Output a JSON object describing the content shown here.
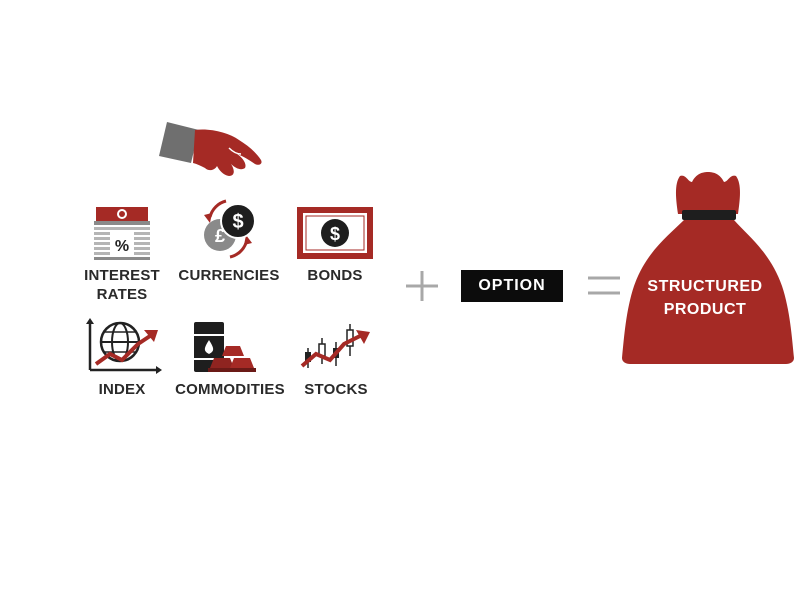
{
  "colors": {
    "accent": "#a52a25",
    "dark": "#222222",
    "gray": "#8a8a8a",
    "light_gray": "#b5b5b5"
  },
  "assets": {
    "interest_rates": {
      "label_line1": "INTEREST",
      "label_line2": "RATES",
      "icon": "percent-building-icon",
      "glyph": "%"
    },
    "currencies": {
      "label": "CURRENCIES",
      "icon": "currency-exchange-icon",
      "glyph_dollar": "$",
      "glyph_pound": "£"
    },
    "bonds": {
      "label": "BONDS",
      "icon": "bond-certificate-icon",
      "glyph": "$"
    },
    "index": {
      "label": "INDEX",
      "icon": "globe-growth-chart-icon"
    },
    "commodities": {
      "label": "COMMODITIES",
      "icon": "oil-barrel-gold-bars-icon"
    },
    "stocks": {
      "label": "STOCKS",
      "icon": "candlestick-chart-icon"
    }
  },
  "hand_icon": "grabbing-hand-icon",
  "operators": {
    "plus": "+",
    "equals": "="
  },
  "option": {
    "label": "OPTION"
  },
  "result": {
    "line1": "STRUCTURED",
    "line2": "PRODUCT",
    "icon": "money-bag-icon"
  }
}
